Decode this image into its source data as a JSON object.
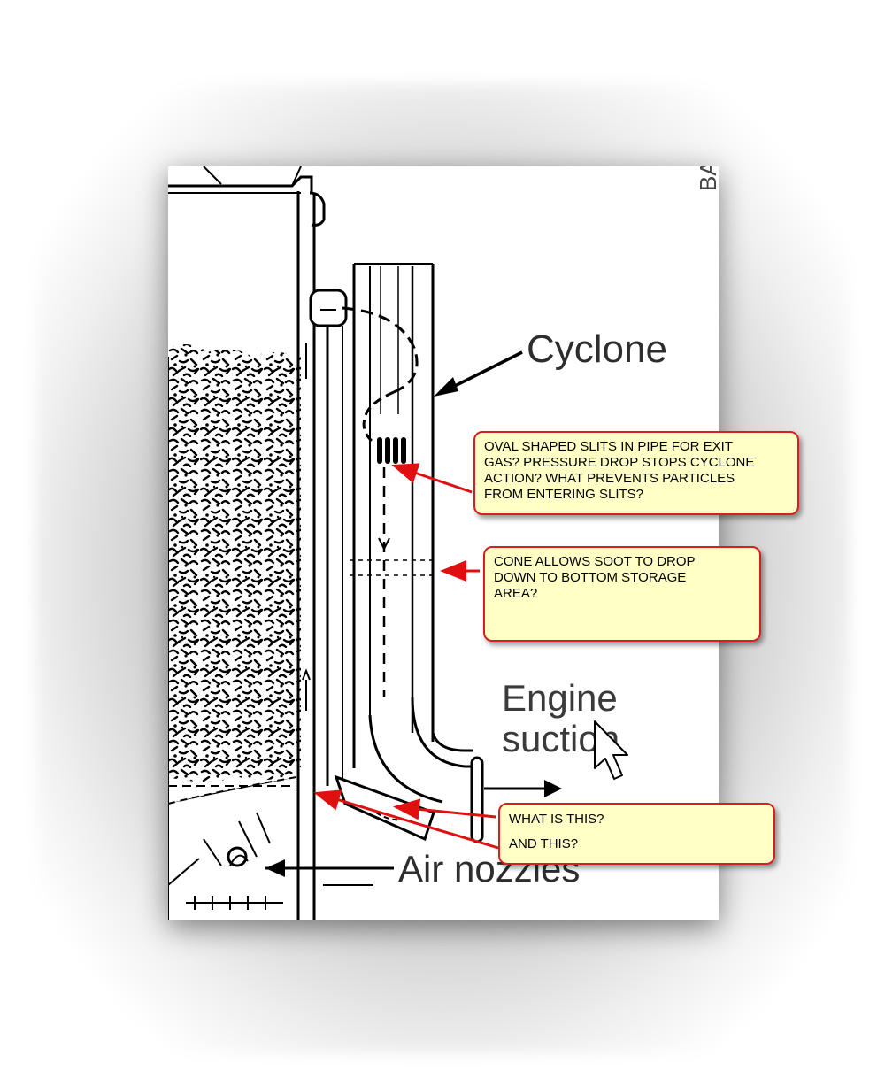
{
  "diagram": {
    "labels": {
      "cyclone": "Cyclone",
      "engine_suction_line1": "Engine",
      "engine_suction_line2": "suction",
      "air_nozzles": "Air nozzles",
      "figure_ref": "BA-G"
    }
  },
  "annotations": [
    {
      "lines": [
        "OVAL SHAPED SLITS IN PIPE FOR EXIT",
        "GAS?  PRESSURE DROP STOPS CYCLONE",
        "ACTION?  WHAT PREVENTS PARTICLES",
        "FROM ENTERING SLITS?"
      ]
    },
    {
      "lines": [
        "CONE ALLOWS SOOT TO DROP",
        "DOWN TO BOTTOM STORAGE",
        "AREA?"
      ]
    },
    {
      "lines": [
        "WHAT IS THIS?",
        "AND THIS?"
      ]
    }
  ],
  "colors": {
    "callout_fill": "#ffffc6",
    "callout_border": "#d42020",
    "arrow": "#e01010"
  },
  "icons": {
    "cursor": "mouse-pointer-icon"
  }
}
